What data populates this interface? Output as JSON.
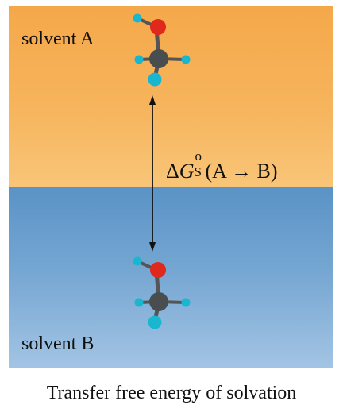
{
  "figure": {
    "solvent_top_label": "solvent A",
    "solvent_bottom_label": "solvent B",
    "energy": {
      "delta": "Δ",
      "symbol": "G",
      "superscript": "o",
      "subscript": "S",
      "argument": "(A → B)"
    },
    "caption": "Transfer free energy of solvation"
  },
  "colors": {
    "solvent_a": "#f6b45c",
    "solvent_b": "#78a8d3",
    "oxygen_atom": "#e0281c",
    "carbon_atom": "#4a4d4f",
    "terminal_atom": "#19b7cf"
  }
}
